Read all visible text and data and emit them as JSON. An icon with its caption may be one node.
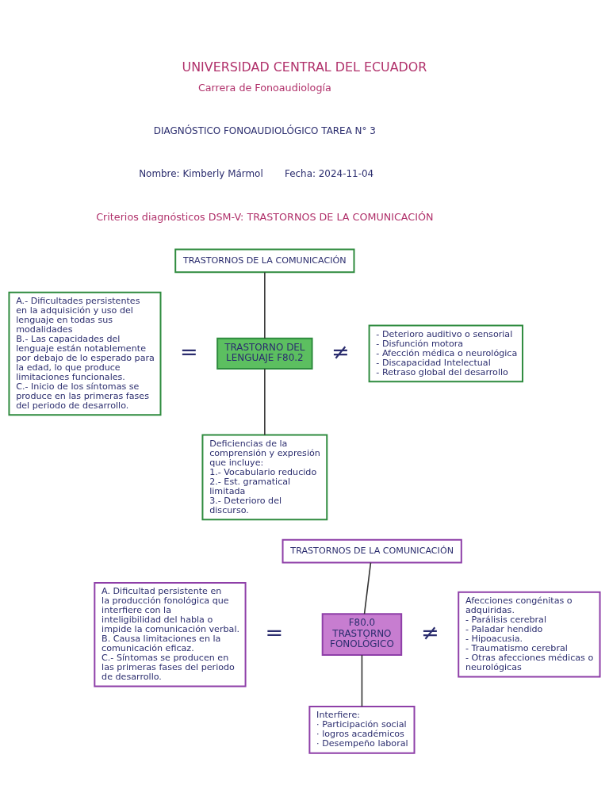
{
  "diagram": {
    "title": "UNIVERSIDAD CENTRAL DEL ECUADOR",
    "nodes": [
      {
        "text": [
          "TRASTORNOS DE LA COMUNICACIÓN"
        ]
      },
      {
        "text": [
          "A.- Dificultades persistentes en la adquisición y uso del lenguaje en todas sus modalidades",
          "B.- Las capacidades del lenguaje están notablemente por debajo de lo esperado para la edad, lo que produce limitaciones funcionales.",
          "C.- Inicio de los síntomas se produce en las primeras fases del periodo de desarrollo."
        ]
      },
      {
        "text": [
          "TRASTORNO DEL LENGUAJE F80.2"
        ]
      },
      {
        "text": [
          "Deficiencias de la comprensión y expresión que incluye:",
          "1.- Vocabulario reducido",
          "2.- Est. gramatical limitada",
          "3.- Deterioro del discurso."
        ]
      },
      {
        "text": [
          "- Deterioro auditivo o sensorial",
          "- Disfunción motora",
          "- Afección médica o neurológica",
          "- Discapacidad Intelectual",
          "- Retraso global del desarrollo"
        ]
      },
      {
        "text": [
          "TRASTORNOS DE LA COMUNICACIÓN"
        ]
      },
      {
        "text": [
          "A. Dificultad persistente en la producción fonológica que interfiere con la inteligibilidad del habla o impide la comunicación verbal.",
          "B. Causa limitaciones en la comunicación eficaz.",
          "C.- Síntomas se producen en las primeras fases del periodo de desarrollo."
        ]
      },
      {
        "text": [
          "F80.0 TRASTORNO FONOLÓGICO"
        ]
      },
      {
        "text": [
          "Interfiere:",
          "· Participación social",
          "· logros académicos",
          "· Desempeño laboral"
        ]
      },
      {
        "text": [
          "Afecciones congénitas o adquiridas.",
          "- Parálisis cerebral",
          "- Paladar hendido",
          "- Hipoacusia.",
          "- Traumatismo cerebral",
          "- Otras afecciones médicas o neurológicas"
        ]
      }
    ],
    "edges": [
      {
        "from": 0,
        "to": 2,
        "arrow": "none"
      },
      {
        "from": 2,
        "to": 3,
        "arrow": "none"
      },
      {
        "from": 5,
        "to": 7,
        "arrow": "none"
      },
      {
        "from": 7,
        "to": 8,
        "arrow": "none"
      }
    ],
    "labels": [
      "Carrera de Fonoaudiología",
      "DIAGNÓSTICO FONOAUDIOLÓGICO TAREA N° 3",
      "Nombre: Kimberly Mármol",
      "Fecha: 2024-11-04",
      "Criterios diagnósticos DSM-V: TRASTORNOS DE LA COMUNICACIÓN",
      "=",
      "≠",
      "=",
      "≠"
    ]
  }
}
